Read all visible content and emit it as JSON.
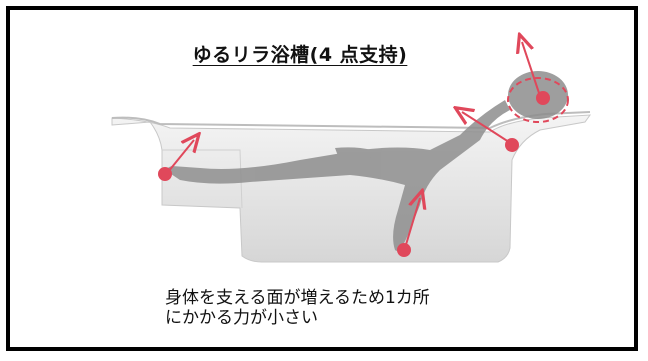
{
  "title": "ゆるリラ浴槽(4 点支持)",
  "caption": {
    "line1": "身体を支える面が増えるため1カ所",
    "line2": "にかかる力が小さい"
  },
  "colors": {
    "border": "#000000",
    "support_point": "#e0485b",
    "arrow": "#e0485b",
    "tub": "#e8e8e8",
    "body": "#8e8e8e"
  },
  "support_points": [
    "foot",
    "hip",
    "back",
    "head"
  ]
}
